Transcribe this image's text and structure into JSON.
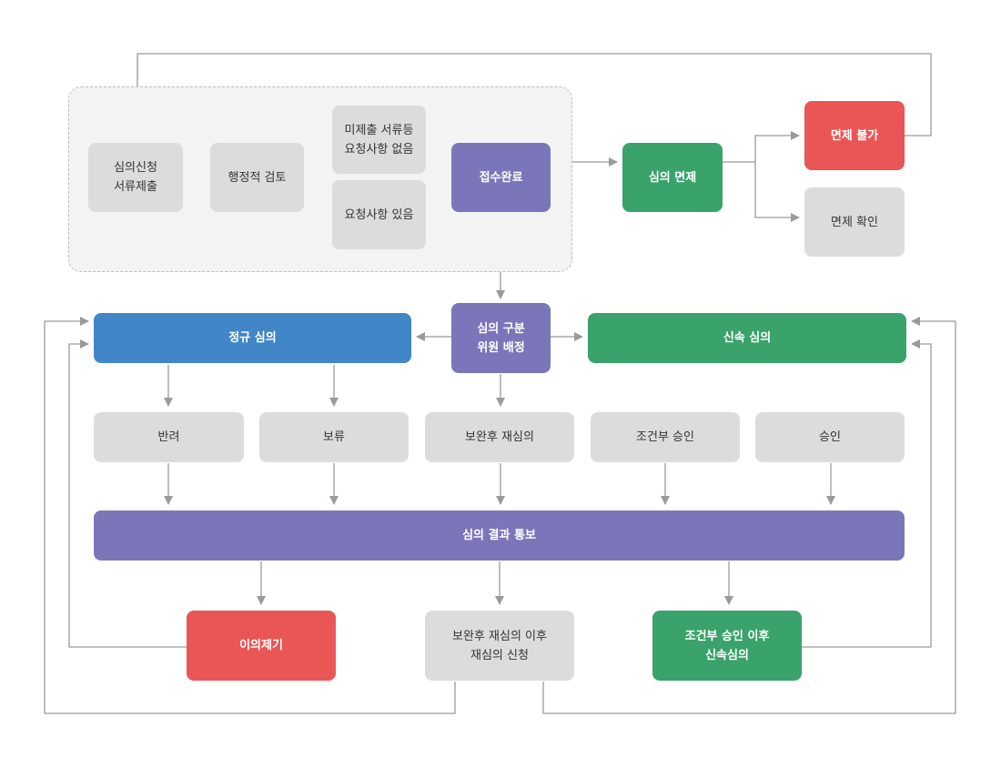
{
  "colors": {
    "gray": "#dcdcdc",
    "purple": "#7b76b9",
    "green": "#3aa26b",
    "red": "#ea5555",
    "blue": "#4186c6",
    "line": "#9a9a9a"
  },
  "nodes": {
    "application": [
      "심의신청",
      "서류제출"
    ],
    "admin_review": [
      "행정적 검토"
    ],
    "no_request": [
      "미제출 서류등",
      "요청사항 없음"
    ],
    "has_request": [
      "요청사항 있음"
    ],
    "received": [
      "접수완료"
    ],
    "exempt": [
      "심의 면제"
    ],
    "exempt_denied": [
      "면제 불가"
    ],
    "exempt_confirmed": [
      "면제 확인"
    ],
    "classify": [
      "심의 구분",
      "위원 배정"
    ],
    "regular": [
      "정규 심의"
    ],
    "fast": [
      "신속 심의"
    ],
    "return": [
      "반려"
    ],
    "hold": [
      "보류"
    ],
    "re_review": [
      "보완후 재심의"
    ],
    "cond_approval": [
      "조건부 승인"
    ],
    "approval": [
      "승인"
    ],
    "notify": [
      "심의 결과 통보"
    ],
    "objection": [
      "이의제기"
    ],
    "after_re_review": [
      "보완후 재심의 이후",
      "재심의 신청"
    ],
    "after_cond": [
      "조건부 승인 이후",
      "신속심의"
    ]
  }
}
